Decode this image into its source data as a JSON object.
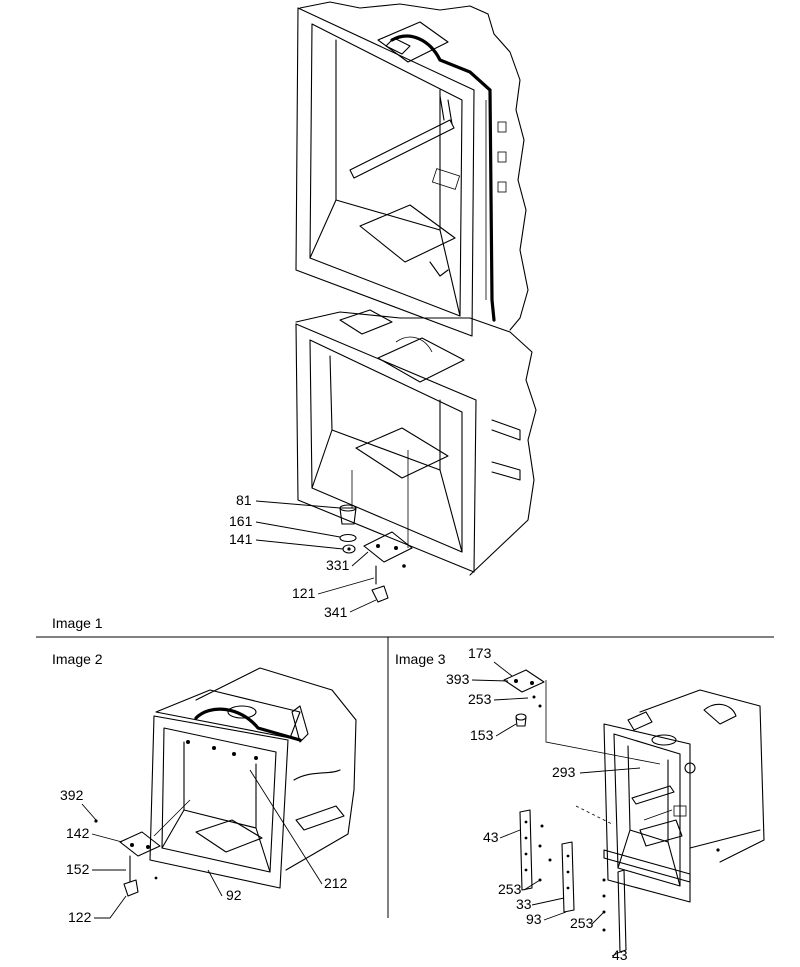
{
  "panels": [
    {
      "id": "image1",
      "caption": "Image 1"
    },
    {
      "id": "image2",
      "caption": "Image 2"
    },
    {
      "id": "image3",
      "caption": "Image 3"
    }
  ],
  "callouts": {
    "image1": [
      "81",
      "161",
      "141",
      "331",
      "121",
      "341"
    ],
    "image2": [
      "392",
      "142",
      "152",
      "122",
      "92",
      "212"
    ],
    "image3": [
      "173",
      "393",
      "253",
      "153",
      "293",
      "43",
      "253",
      "33",
      "93",
      "253",
      "43"
    ]
  }
}
